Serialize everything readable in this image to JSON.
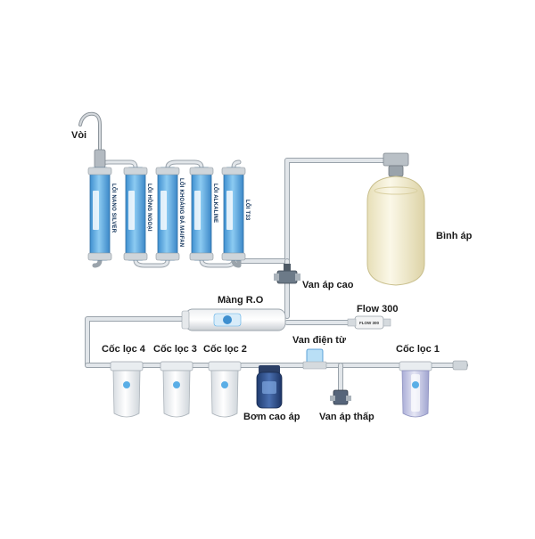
{
  "labels": {
    "faucet": "Vòi",
    "tank": "Bình áp",
    "high_pressure_valve": "Van áp cao",
    "ro_membrane": "Màng R.O",
    "flow": "Flow 300",
    "filter4": "Cốc lọc 4",
    "filter3": "Cốc lọc 3",
    "filter2": "Cốc lọc 2",
    "solenoid_valve": "Van điện từ",
    "filter1": "Cốc lọc 1",
    "pump": "Bơm cao áp",
    "low_pressure_valve": "Van áp thấp"
  },
  "cartridges": [
    {
      "label": "LÕI NANO SILVER"
    },
    {
      "label": "LÕI HỒNG NGOẠI"
    },
    {
      "label": "LÕI KHOÁNG ĐÁ MAIFAN"
    },
    {
      "label": "LÕI ALKALINE"
    },
    {
      "label": "LÕI T33"
    }
  ],
  "flow_restrictor_text": "FLOW 300",
  "colors": {
    "pipe": "#d5dade",
    "pipe_edge": "#9aa3ab",
    "cartridge_blue": "#5aaee6",
    "tank": "#f5f0d7",
    "housing_white": "#f4f6f8",
    "housing_clear": "#c8cbe6",
    "label_text": "#1a1a1a"
  }
}
